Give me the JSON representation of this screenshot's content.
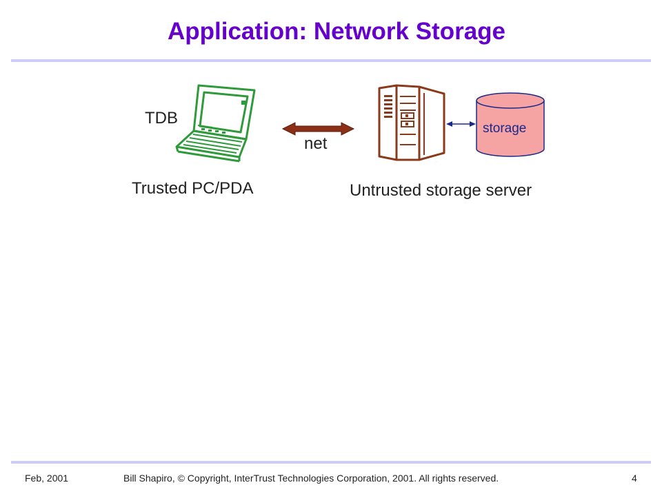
{
  "title": "Application: Network Storage",
  "diagram": {
    "tdb_label": "TDB",
    "net_label": "net",
    "storage_label": "storage",
    "client_caption": "Trusted PC/PDA",
    "server_caption": "Untrusted storage server"
  },
  "footer": {
    "date": "Feb, 2001",
    "copyright": "Bill Shapiro, © Copyright, InterTrust Technologies Corporation, 2001. All rights reserved.",
    "page_number": "4"
  },
  "colors": {
    "title": "#6600cc",
    "rule": "#ccccff",
    "laptop": "#2e9a3a",
    "server": "#8a3a1a",
    "arrow": "#8b2f16",
    "storage_fill": "#f5a3a3",
    "storage_stroke": "#1a2a8a"
  },
  "icons": [
    "laptop-icon",
    "server-tower-icon",
    "storage-cylinder-icon",
    "network-arrow-icon",
    "connector-arrow-icon"
  ]
}
